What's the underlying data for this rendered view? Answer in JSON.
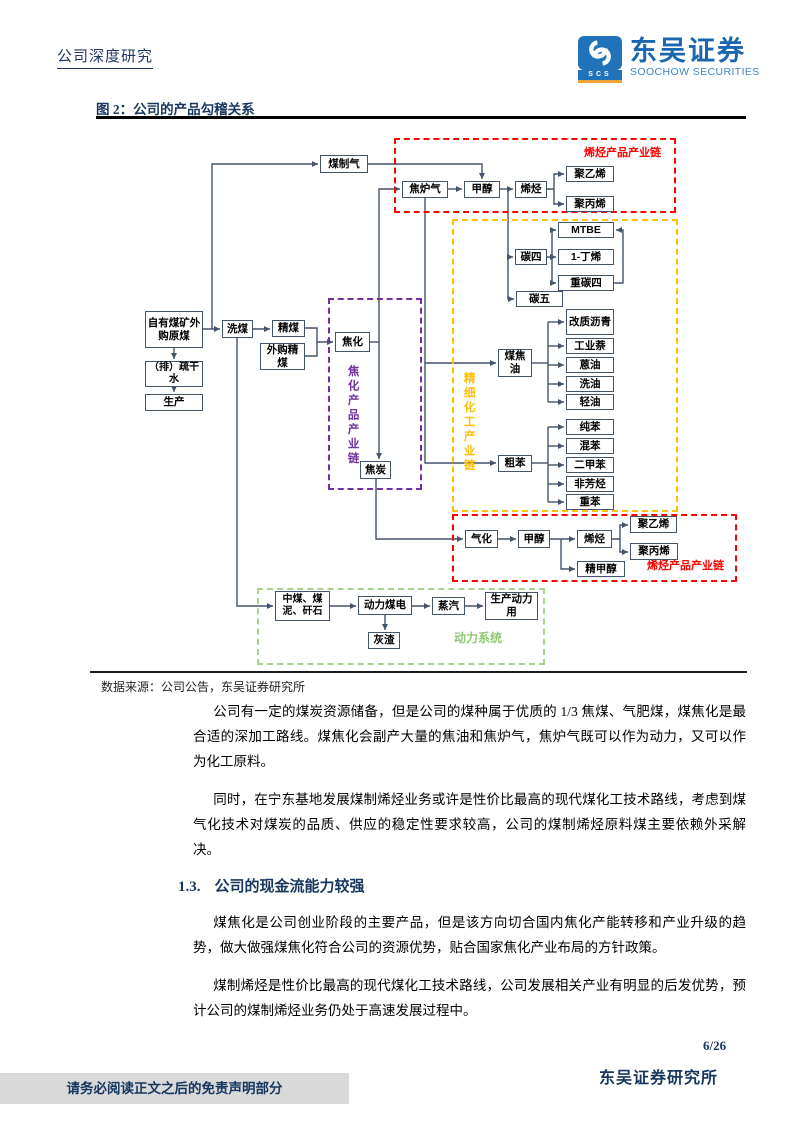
{
  "header": {
    "doc_type": "公司深度研究",
    "brand_cn": "东吴证券",
    "brand_en": "SOOCHOW SECURITIES",
    "logo_text": "SCS"
  },
  "figure": {
    "title": "图 2：公司的产品勾稽关系",
    "source": "数据来源：公司公告，东吴证券研究所"
  },
  "chart": {
    "nodes": {
      "coal_gas": "煤制气",
      "coke_oven_gas": "焦炉气",
      "methanol_top": "甲醇",
      "olefin_top": "烯烃",
      "pe_top": "聚乙烯",
      "pp_top": "聚丙烯",
      "mtbe": "MTBE",
      "c4": "碳四",
      "butene": "1-丁烯",
      "heavy_c4": "重碳四",
      "c5": "碳五",
      "pitch": "改质沥青",
      "naphthalene": "工业萘",
      "anthracene_oil": "蒽油",
      "wash_oil": "洗油",
      "light_oil": "轻油",
      "coal_tar": "煤焦油",
      "pure_benzene": "纯苯",
      "mixed_benzene": "混苯",
      "xylene": "二甲苯",
      "non_aromatics": "非芳烃",
      "heavy_benzene": "重苯",
      "crude_benzene": "粗苯",
      "raw_coal": "自有煤矿外购原煤",
      "drain_water": "（排）疏干水",
      "production": "生产",
      "coal_washing": "洗煤",
      "clean_coal": "精煤",
      "purchased_clean_coal": "外购精煤",
      "coking": "焦化",
      "coke": "焦炭",
      "gasification": "气化",
      "methanol_bottom": "甲醇",
      "olefin_bottom": "烯烃",
      "pe_bottom": "聚乙烯",
      "pp_bottom": "聚丙烯",
      "refined_methanol": "精甲醇",
      "middlings": "中煤、煤泥、矸石",
      "power_plant": "动力煤电",
      "steam": "蒸汽",
      "production_power": "生产动力用",
      "ash": "灰渣"
    },
    "regions": {
      "olefin_chain_top": {
        "label": "烯烃产品产业链",
        "color": "#ff0000"
      },
      "fine_chemical_chain": {
        "label": "精细化工产业链",
        "color": "#ffc000"
      },
      "coking_chain": {
        "label": "焦化产品产业链",
        "color": "#7030a0"
      },
      "olefin_chain_bottom": {
        "label": "烯烃产品产业链",
        "color": "#ff0000"
      },
      "power_system": {
        "label": "动力系统",
        "color": "#a9d18e"
      }
    },
    "colors": {
      "line": "#44546a",
      "red": "#ff0000",
      "yellow": "#ffc000",
      "purple": "#7030a0",
      "green": "#a9d18e"
    }
  },
  "paragraphs": {
    "p1": "公司有一定的煤炭资源储备，但是公司的煤种属于优质的 1/3 焦煤、气肥煤，煤焦化是最合适的深加工路线。煤焦化会副产大量的焦油和焦炉气，焦炉气既可以作为动力，又可以作为化工原料。",
    "p2": "同时，在宁东基地发展煤制烯烃业务或许是性价比最高的现代煤化工技术路线，考虑到煤气化技术对煤炭的品质、供应的稳定性要求较高，公司的煤制烯烃原料煤主要依赖外采解决。",
    "p3": "煤焦化是公司创业阶段的主要产品，但是该方向切合国内焦化产能转移和产业升级的趋势，做大做强煤焦化符合公司的资源优势，贴合国家焦化产业布局的方针政策。",
    "p4": "煤制烯烃是性价比最高的现代煤化工技术路线，公司发展相关产业有明显的后发优势，预计公司的煤制烯烃业务仍处于高速发展过程中。"
  },
  "section": {
    "number": "1.3.",
    "title": "公司的现金流能力较强"
  },
  "footer": {
    "page": "6/26",
    "institute": "东吴证券研究所",
    "disclaimer": "请务必阅读正文之后的免责声明部分"
  }
}
